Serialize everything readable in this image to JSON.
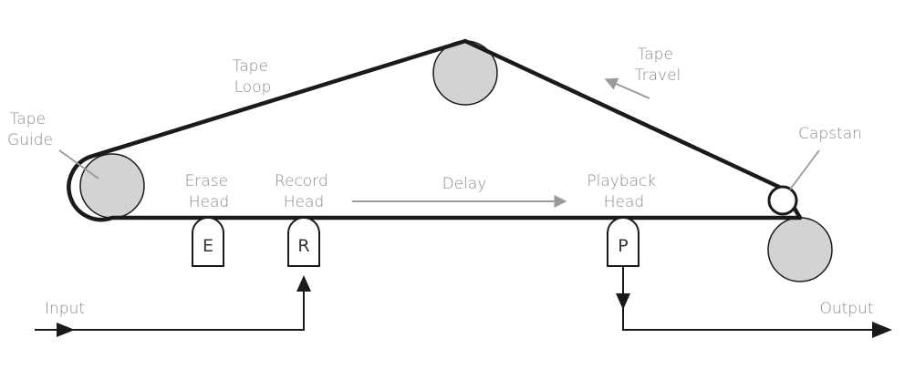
{
  "colors": {
    "tape": "#1a1a1a",
    "roller_fill": "#d3d3d3",
    "label_text": "#8a8a8a",
    "guide_line": "#9a9a9a",
    "head_fill": "#ffffff",
    "signal": "#1a1a1a"
  },
  "labels": {
    "tape_loop": [
      "Tape",
      "Loop"
    ],
    "tape_guide": [
      "Tape",
      "Guide"
    ],
    "tape_travel": [
      "Tape",
      "Travel"
    ],
    "capstan": "Capstan",
    "erase_head": [
      "Erase",
      "Head"
    ],
    "record_head": [
      "Record",
      "Head"
    ],
    "playback_head": [
      "Playback",
      "Head"
    ],
    "delay": "Delay",
    "input": "Input",
    "output": "Output"
  },
  "heads": {
    "erase": "E",
    "record": "R",
    "playback": "P"
  },
  "icons": {
    "roller": "roller-icon",
    "head": "tape-head-icon",
    "arrow": "arrow-icon"
  }
}
